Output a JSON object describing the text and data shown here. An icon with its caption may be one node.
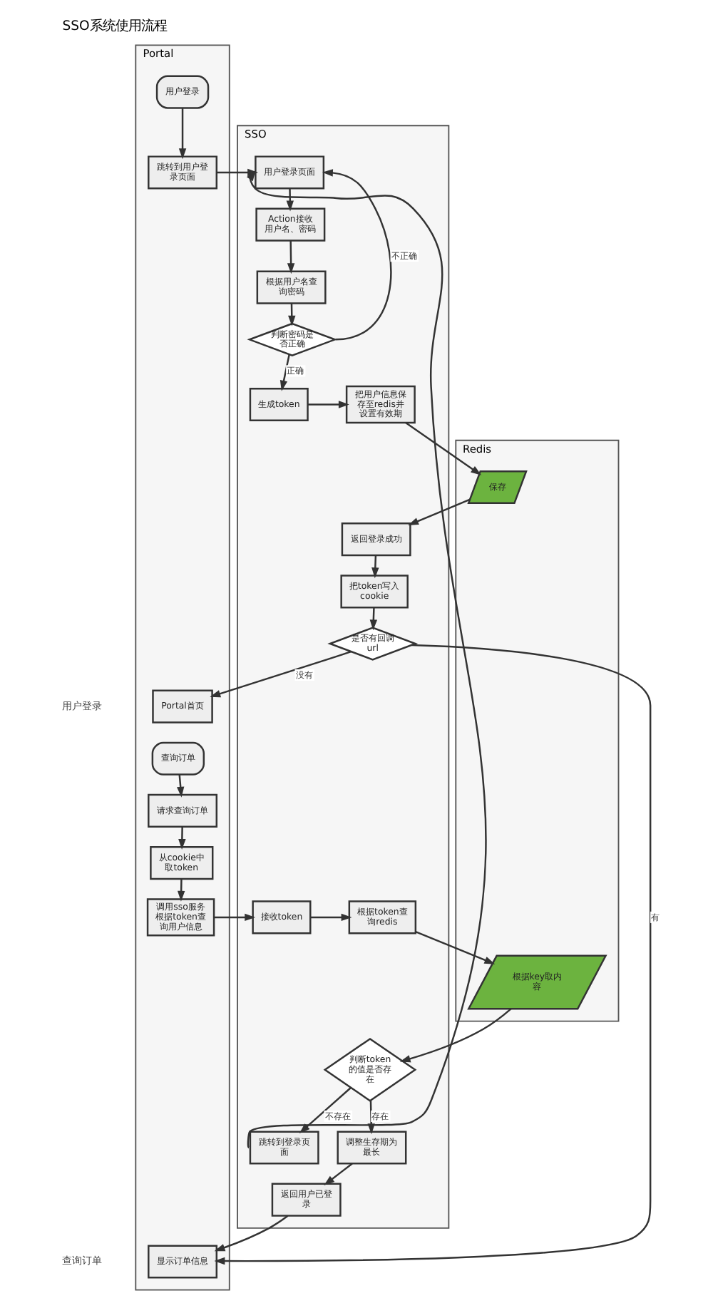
{
  "diagram": {
    "title": "SSO系统使用流程",
    "nodes": [
      {
        "text": [
          "Portal"
        ]
      },
      {
        "text": [
          "SSO"
        ]
      },
      {
        "text": [
          "Redis"
        ]
      },
      {
        "text": [
          "用户登录"
        ],
        "in": 0
      },
      {
        "text": [
          "跳转到用户登录页面"
        ],
        "in": 0
      },
      {
        "text": [
          "用户登录页面"
        ],
        "in": 1
      },
      {
        "text": [
          "Action接收用户名、密码"
        ],
        "in": 1
      },
      {
        "text": [
          "根据用户名查询密码"
        ],
        "in": 1
      },
      {
        "text": [
          "判断密码是否正确"
        ],
        "in": 1
      },
      {
        "text": [
          "生成token"
        ],
        "in": 1
      },
      {
        "text": [
          "把用户信息保存至redis并设置有效期"
        ],
        "in": 1
      },
      {
        "text": [
          "保存"
        ],
        "in": 2
      },
      {
        "text": [
          "把token写入cookie"
        ],
        "in": 1
      },
      {
        "text": [
          "返回登录成功"
        ],
        "in": 1
      },
      {
        "text": [
          "Portal首页"
        ],
        "in": 0
      },
      {
        "text": [
          "是否有回调url"
        ],
        "in": 1
      },
      {
        "text": [
          "查询订单"
        ],
        "in": 0
      },
      {
        "text": [
          "请求查询订单"
        ],
        "in": 0
      },
      {
        "text": [
          "从cookie中取token"
        ],
        "in": 0
      },
      {
        "text": [
          "调用sso服务根据token查询用户信息"
        ],
        "in": 0
      },
      {
        "text": [
          "接收token"
        ],
        "in": 1
      },
      {
        "text": [
          "根据token查询redis"
        ],
        "in": 1
      },
      {
        "text": [
          "根据key取内容"
        ],
        "in": 2
      },
      {
        "text": [
          "跳转到登录页面"
        ],
        "in": 1
      },
      {
        "text": [
          "判断token的值是否存在"
        ],
        "in": 1
      },
      {
        "text": [
          "显示订单信息"
        ],
        "in": 0
      },
      {
        "text": [
          "返回用户已登录"
        ],
        "in": 1
      },
      {
        "text": [
          "调整生存期为最长"
        ],
        "in": 1
      }
    ],
    "edges": [
      {
        "from": 3,
        "to": 4,
        "arrow": "to"
      },
      {
        "from": 4,
        "to": 5,
        "arrow": "to"
      },
      {
        "from": 5,
        "to": 6,
        "arrow": "to"
      },
      {
        "from": 6,
        "to": 7,
        "arrow": "to"
      },
      {
        "from": 7,
        "to": 8,
        "arrow": "to"
      },
      {
        "from": 8,
        "to": 9,
        "arrow": "to",
        "label": "正确"
      },
      {
        "from": 8,
        "to": 5,
        "arrow": "to",
        "label": "不正确"
      },
      {
        "from": 9,
        "to": 10,
        "arrow": "to"
      },
      {
        "from": 10,
        "to": 11,
        "arrow": "to"
      },
      {
        "from": 11,
        "to": 13,
        "arrow": "to"
      },
      {
        "from": 13,
        "to": 12,
        "arrow": "to"
      },
      {
        "from": 12,
        "to": 15,
        "arrow": "to"
      },
      {
        "from": 15,
        "to": 14,
        "arrow": "to",
        "label": "没有"
      },
      {
        "from": 15,
        "to": 25,
        "arrow": "to",
        "label": "有"
      },
      {
        "from": 16,
        "to": 17,
        "arrow": "to"
      },
      {
        "from": 17,
        "to": 18,
        "arrow": "to"
      },
      {
        "from": 18,
        "to": 19,
        "arrow": "to"
      },
      {
        "from": 19,
        "to": 20,
        "arrow": "to"
      },
      {
        "from": 20,
        "to": 21,
        "arrow": "to"
      },
      {
        "from": 21,
        "to": 22,
        "arrow": "to"
      },
      {
        "from": 22,
        "to": 24,
        "arrow": "to"
      },
      {
        "from": 24,
        "to": 23,
        "arrow": "to",
        "label": "不存在"
      },
      {
        "from": 24,
        "to": 27,
        "arrow": "to",
        "label": "存在"
      },
      {
        "from": 27,
        "to": 26,
        "arrow": "to"
      },
      {
        "from": 26,
        "to": 25,
        "arrow": "to"
      },
      {
        "from": 23,
        "to": 5,
        "arrow": "to"
      }
    ],
    "labels": [
      "用户登录",
      "查询订单"
    ]
  }
}
